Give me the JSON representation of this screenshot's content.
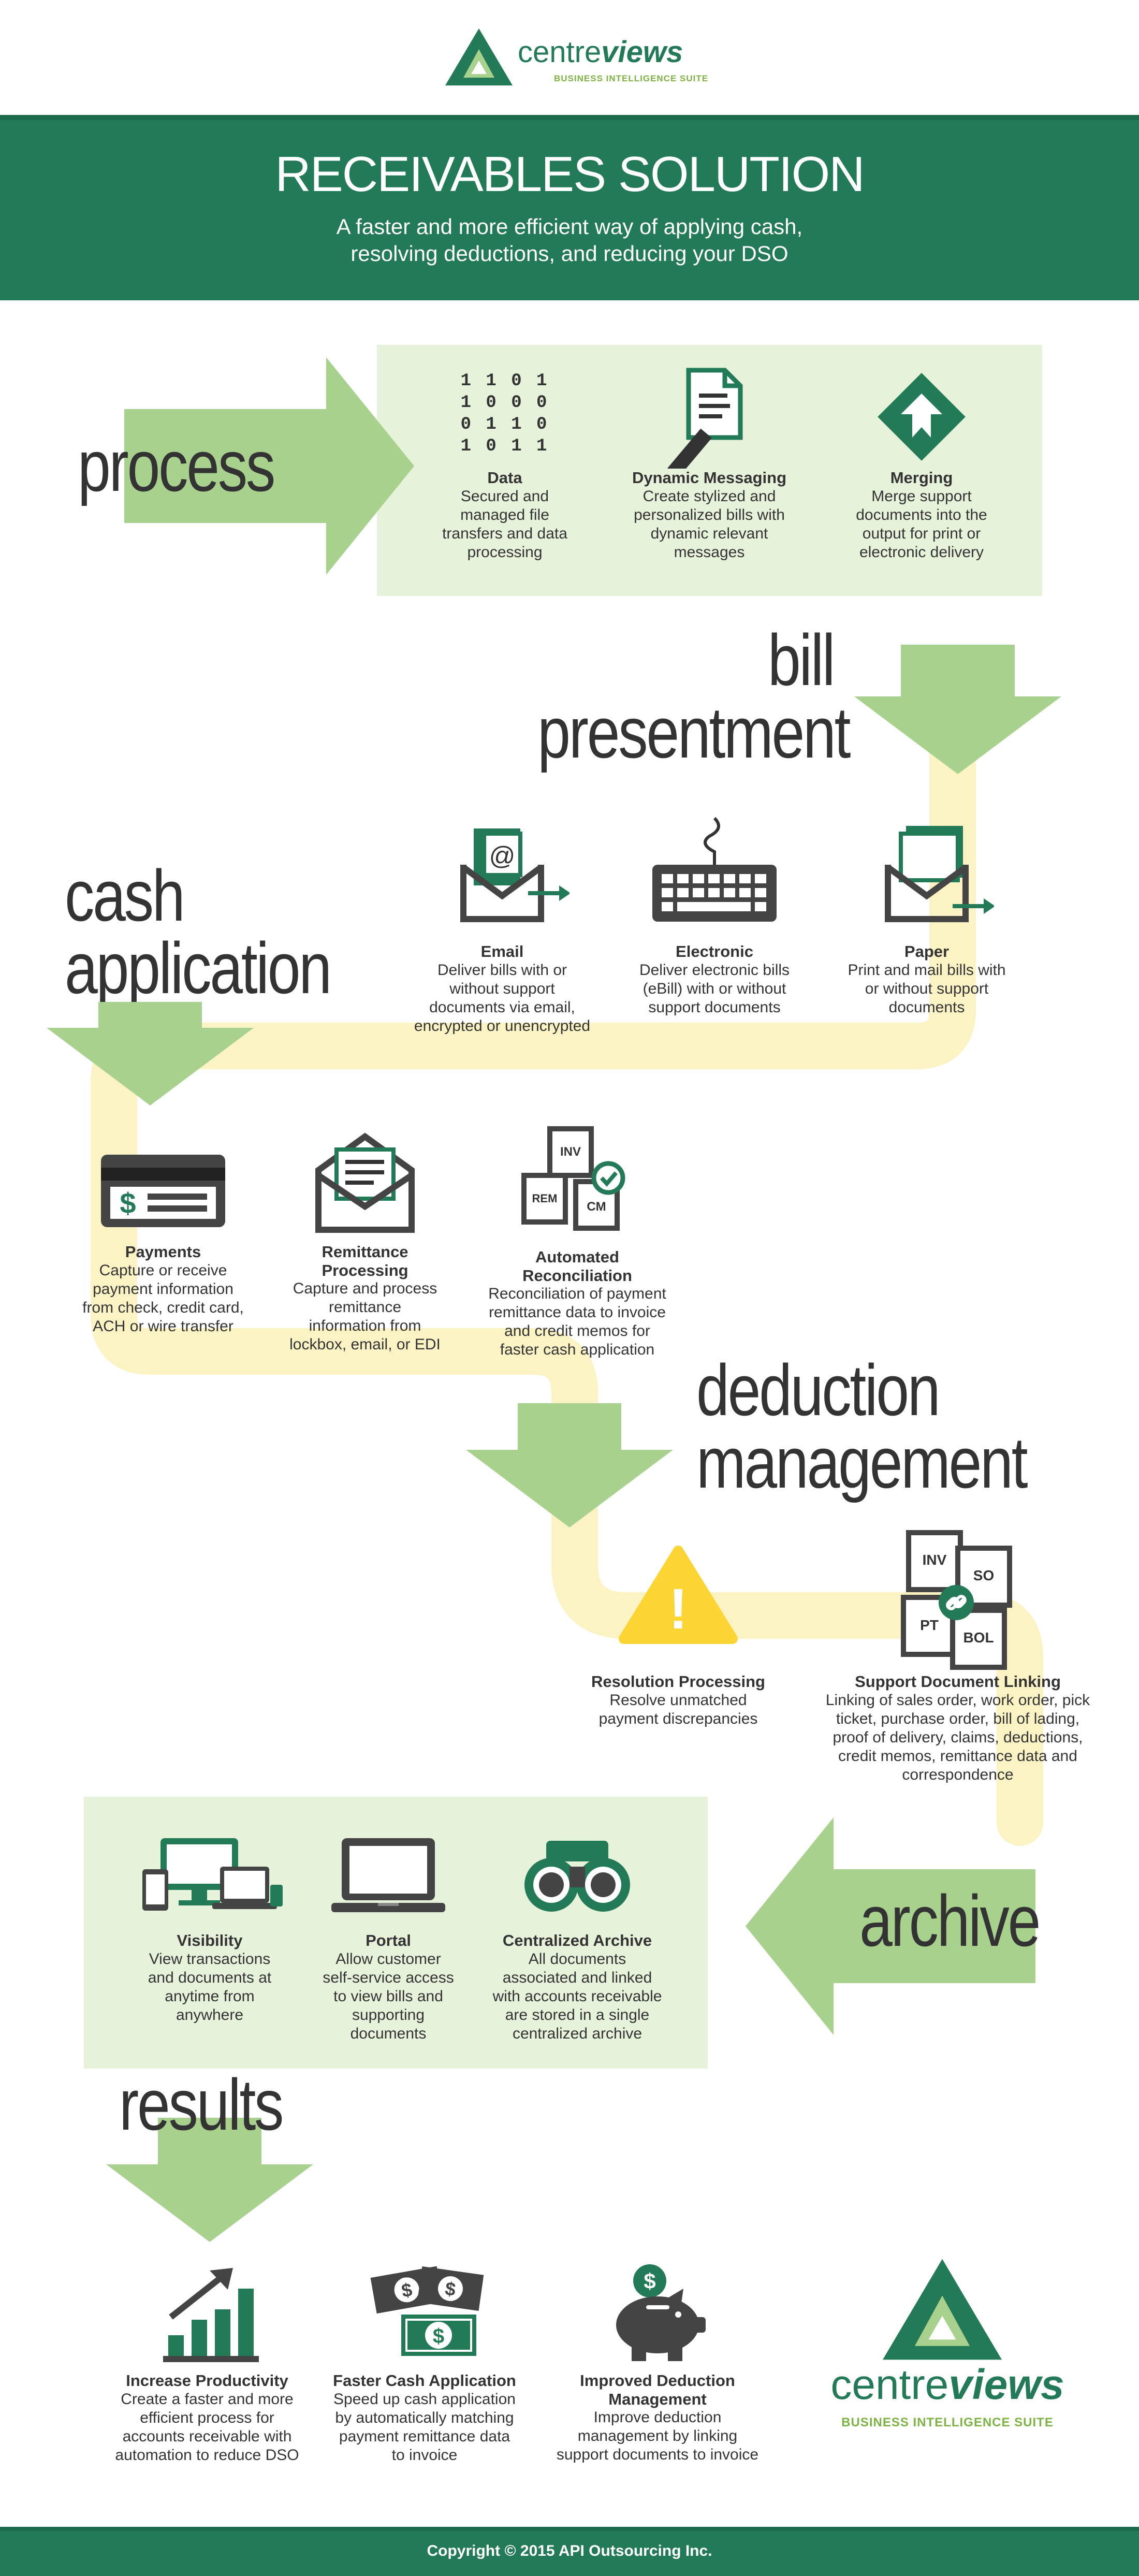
{
  "colors": {
    "primary_green": "#237a57",
    "light_green": "#a9d18e",
    "panel_green": "#e7f2da",
    "path_yellow": "#fcf3c5",
    "dark": "#333333"
  },
  "logo": {
    "brand_regular": "centre",
    "brand_bold": "views",
    "tagline": "BUSINESS INTELLIGENCE SUITE"
  },
  "header": {
    "title": "RECEIVABLES SOLUTION",
    "subtitle_line1": "A faster and more efficient way of applying cash,",
    "subtitle_line2": "resolving deductions, and reducing your DSO"
  },
  "process": {
    "heading": "process",
    "items": [
      {
        "icon": "binary-data-icon",
        "binary": [
          "1 1 0 1",
          "1 0 0 0",
          "0 1 1 0",
          "1 0 1 1"
        ],
        "title": "Data",
        "desc": [
          "Secured and",
          "managed file",
          "transfers and data",
          "processing"
        ]
      },
      {
        "icon": "document-pen-icon",
        "title": "Dynamic Messaging",
        "desc": [
          "Create stylized and",
          "personalized bills with",
          "dynamic relevant",
          "messages"
        ]
      },
      {
        "icon": "merge-arrow-icon",
        "title": "Merging",
        "desc": [
          "Merge support",
          "documents into the",
          "output for print or",
          "electronic delivery"
        ]
      }
    ]
  },
  "bill_presentment": {
    "heading_line1": "bill",
    "heading_line2": "presentment",
    "items": [
      {
        "icon": "email-envelope-icon",
        "title": "Email",
        "desc": [
          "Deliver bills with or",
          "without support",
          "documents via email,",
          "encrypted or unencrypted"
        ]
      },
      {
        "icon": "keyboard-icon",
        "title": "Electronic",
        "desc": [
          "Deliver electronic bills",
          "(eBill) with or without",
          "support documents"
        ]
      },
      {
        "icon": "paper-envelope-icon",
        "title": "Paper",
        "desc": [
          "Print and mail bills with",
          "or without support",
          "documents"
        ]
      }
    ]
  },
  "cash_application": {
    "heading_line1": "cash",
    "heading_line2": "application",
    "items": [
      {
        "icon": "credit-card-icon",
        "card_symbol": "$",
        "title": "Payments",
        "desc": [
          "Capture or receive",
          "payment information",
          "from check, credit card,",
          "ACH or wire transfer"
        ]
      },
      {
        "icon": "remittance-envelope-icon",
        "title": "Remittance",
        "title2": "Processing",
        "desc": [
          "Capture and process",
          "remittance",
          "information from",
          "lockbox, email, or EDI"
        ]
      },
      {
        "icon": "reconciliation-docs-icon",
        "labels": [
          "INV",
          "REM",
          "CM"
        ],
        "title": "Automated",
        "title2": "Reconciliation",
        "desc": [
          "Reconciliation of payment",
          "remittance data to invoice",
          "and credit memos for",
          "faster cash application"
        ]
      }
    ]
  },
  "deduction_management": {
    "heading_line1": "deduction",
    "heading_line2": "management",
    "items": [
      {
        "icon": "warning-triangle-icon",
        "symbol": "!",
        "title": "Resolution Processing",
        "desc": [
          "Resolve unmatched",
          "payment discrepancies"
        ]
      },
      {
        "icon": "linked-documents-icon",
        "labels": [
          "INV",
          "SO",
          "PT",
          "BOL"
        ],
        "title": "Support Document Linking",
        "desc": [
          "Linking of sales order, work order, pick",
          "ticket, purchase order, bill of lading,",
          "proof of delivery, claims, deductions,",
          "credit memos, remittance data and",
          "correspondence"
        ]
      }
    ]
  },
  "archive": {
    "heading": "archive",
    "items": [
      {
        "icon": "devices-icon",
        "title": "Visibility",
        "desc": [
          "View transactions",
          "and documents at",
          "anytime from",
          "anywhere"
        ]
      },
      {
        "icon": "laptop-icon",
        "title": "Portal",
        "desc": [
          "Allow customer",
          "self-service access",
          "to view bills and",
          "supporting",
          "documents"
        ]
      },
      {
        "icon": "binoculars-icon",
        "title": "Centralized Archive",
        "desc": [
          "All documents",
          "associated and linked",
          "with accounts receivable",
          "are stored in a single",
          "centralized archive"
        ]
      }
    ]
  },
  "results": {
    "heading": "results",
    "items": [
      {
        "icon": "bar-chart-icon",
        "title": "Increase Productivity",
        "desc": [
          "Create a faster and more",
          "efficient process for",
          "accounts receivable with",
          "automation to reduce DSO"
        ]
      },
      {
        "icon": "cash-bills-icon",
        "symbol": "$",
        "title": "Faster Cash Application",
        "desc": [
          "Speed up cash application",
          "by automatically matching",
          "payment remittance data",
          "to invoice"
        ]
      },
      {
        "icon": "piggy-bank-icon",
        "symbol": "$",
        "title": "Improved Deduction",
        "title2": "Management",
        "desc": [
          "Improve deduction",
          "management by linking",
          "support documents to invoice"
        ]
      }
    ]
  },
  "footer": {
    "text": "Copyright © 2015 API Outsourcing Inc."
  }
}
